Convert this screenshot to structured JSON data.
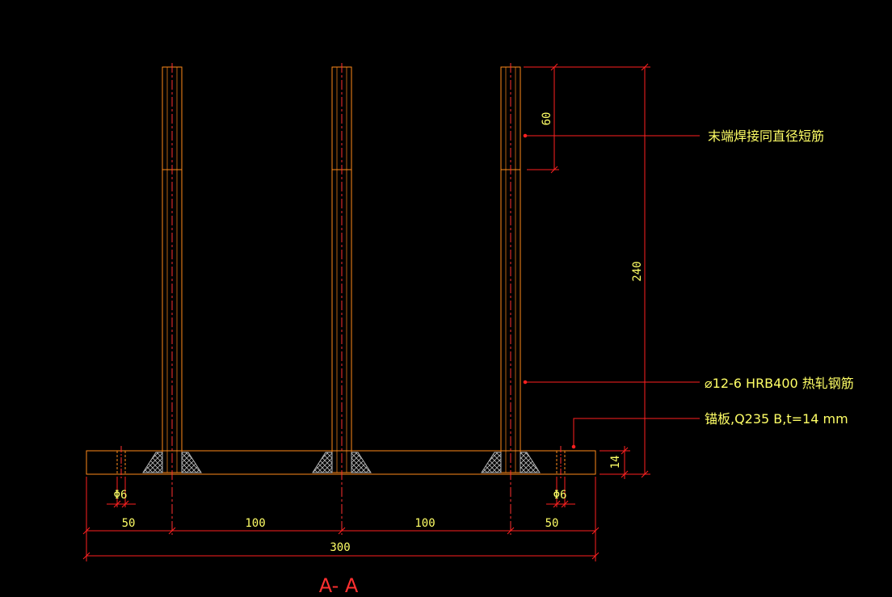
{
  "colors": {
    "background": "#000000",
    "outline": "#ff8a1a",
    "dimension": "#ff2020",
    "centerline": "#ff3030",
    "weld": "#b8b8b8",
    "text": "#ffff66",
    "title": "#ff3030",
    "label": "#ffffff"
  },
  "section_title": "A- A",
  "dimensions": {
    "edge_left": "50",
    "bay_1": "100",
    "bay_2": "100",
    "edge_right": "50",
    "total_width": "300",
    "stud_length": "240",
    "weld_segment": "60",
    "plate_thickness": "14",
    "hole_left": "Φ6",
    "hole_right": "Φ6"
  },
  "notes": {
    "end_weld": "末端焊接同直径短筋",
    "rebar": "⌀12-6 HRB400 热轧钢筋",
    "plate": "锚板,Q235 B,t=14 mm"
  }
}
